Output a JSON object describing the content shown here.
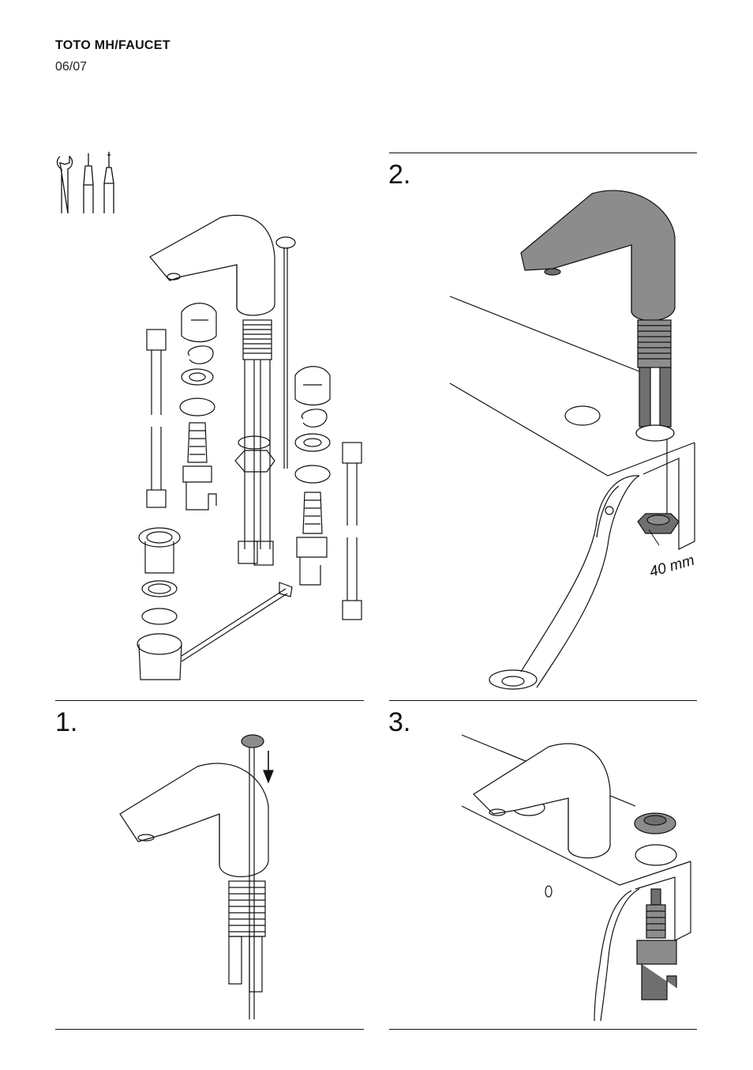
{
  "header": {
    "title": "TOTO MH/FAUCET",
    "page": "06/07"
  },
  "tools": [
    "wrench-icon",
    "flat-screwdriver-icon",
    "phillips-screwdriver-icon"
  ],
  "steps": [
    {
      "number": "1."
    },
    {
      "number": "2.",
      "dimension": "40 mm"
    },
    {
      "number": "3."
    }
  ],
  "colors": {
    "line": "#111111",
    "shade": "#8c8c8c",
    "dark_shade": "#6f6f6f"
  }
}
